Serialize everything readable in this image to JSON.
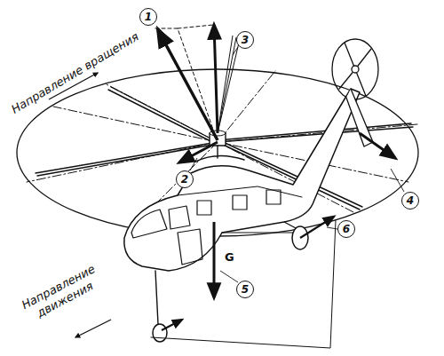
{
  "diagram": {
    "labels": [
      "1",
      "Направление вращения",
      "3",
      "2",
      "4",
      "Направление движения",
      "G",
      "5",
      "6"
    ]
  }
}
